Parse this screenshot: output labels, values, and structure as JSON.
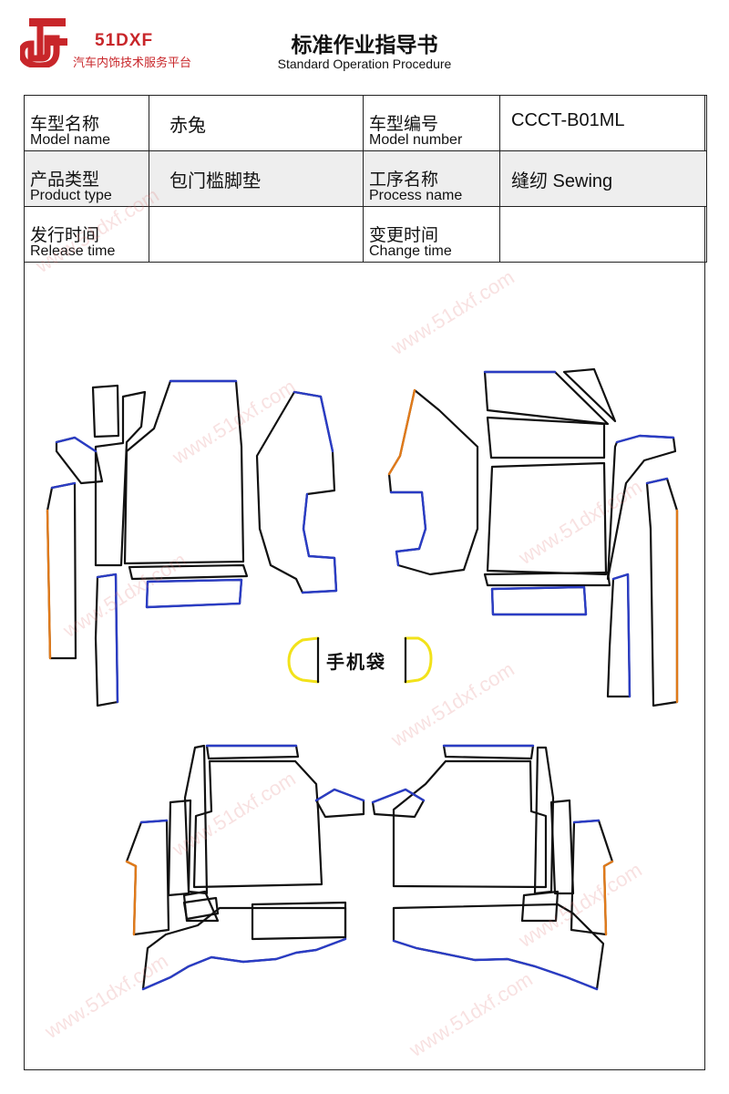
{
  "header": {
    "logo_name": "51DXF",
    "logo_sub": "汽车内饰技术服务平台",
    "title_cn": "标准作业指导书",
    "title_en": "Standard Operation Procedure"
  },
  "info": {
    "model_name": {
      "cn": "车型名称",
      "en": "Model name",
      "value": "赤兔"
    },
    "model_number": {
      "cn": "车型编号",
      "en": "Model number",
      "value": "CCCT-B01ML"
    },
    "product_type": {
      "cn": "产品类型",
      "en": "Product type",
      "value": "包门槛脚垫"
    },
    "process_name": {
      "cn": "工序名称",
      "en": "Process name",
      "value": "缝纫 Sewing"
    },
    "release_time": {
      "cn": "发行时间",
      "en": "Release time",
      "value": ""
    },
    "change_time": {
      "cn": "变更时间",
      "en": "Change time",
      "value": ""
    }
  },
  "drawing": {
    "pocket_label": "手机袋",
    "watermark": "www.51dxf.com",
    "colors": {
      "outline": "#111111",
      "edge_blue": "#2a3cc4",
      "edge_orange": "#e07a1a",
      "pocket_yellow": "#f2e21a",
      "brand_red": "#c8262a"
    }
  }
}
